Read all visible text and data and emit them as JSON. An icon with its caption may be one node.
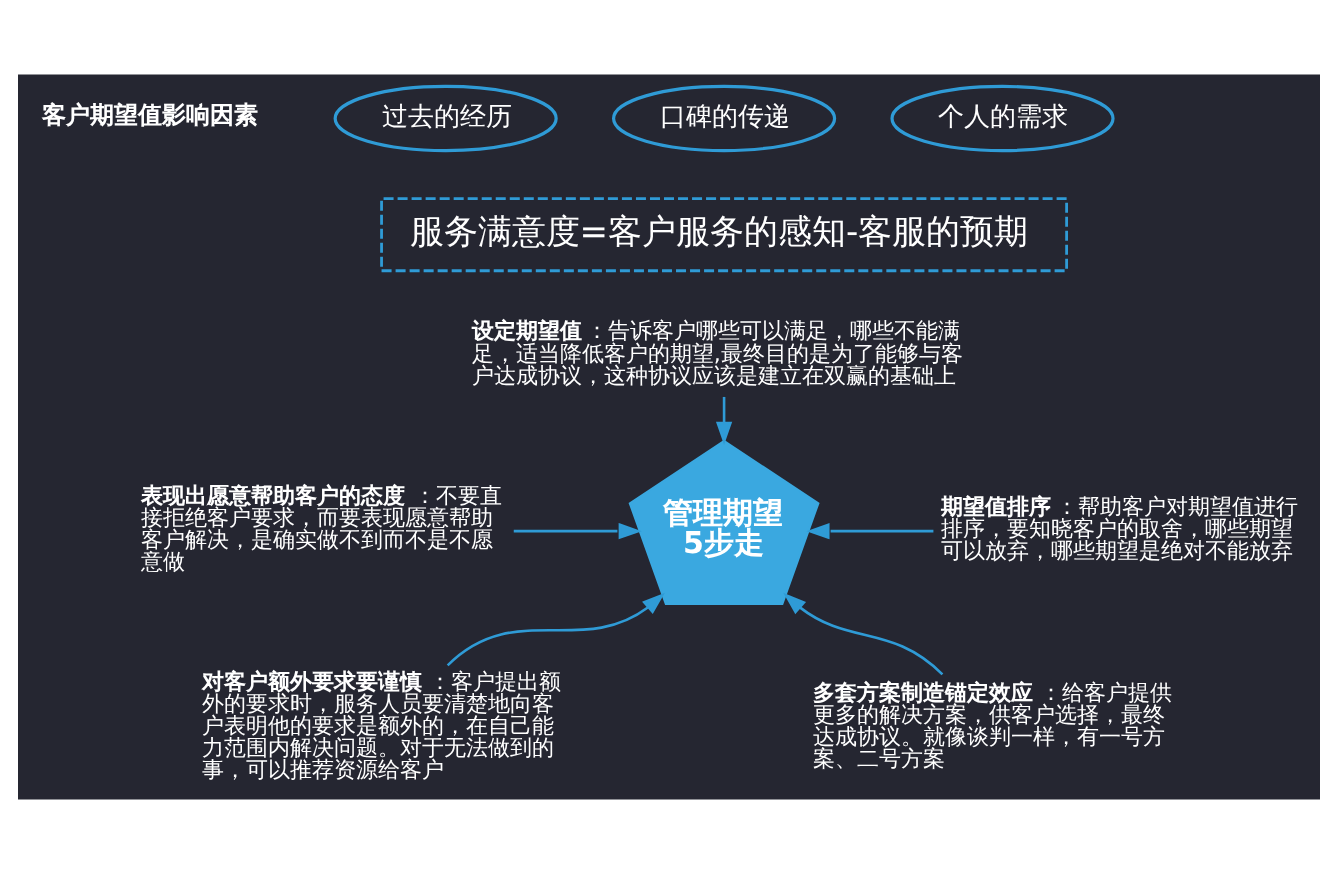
{
  "diagram": {
    "nodes": [
      {
        "text": [
          "过去的经历"
        ]
      },
      {
        "text": [
          "口碑的传递"
        ]
      },
      {
        "text": [
          "个人的需求"
        ]
      },
      {
        "text": [
          "服务满意度=客户服务的感知-客服的预期"
        ]
      },
      {
        "text": [
          "**设定期望值**：告诉客户哪些可以满足，哪些不能满足，适当降低客户的期望,最终目的是为了能够与客户达成协议，这种协议应该是建立在双赢的基础上"
        ]
      },
      {
        "text": [
          "**表现出愿意帮助客户的态度**：不要直接拒绝客户要求，而要表现愿意帮助客户解决，是确实做不到而不是不愿意做"
        ]
      },
      {
        "text": [
          "**期望值排序**：帮助客户对期望值进行排序，要知晓客户的取舍，哪些期望可以放弃，哪些期望是绝对不能放弃"
        ]
      },
      {
        "text": [
          "**对客户额外要求要谨慎**：客户提出额外的要求时，服务人员要清楚地向客户表明他的要求是额外的，在自己能力范围内解决问题。对于无法做到的事，可以推荐资源给客户"
        ]
      },
      {
        "text": [
          "**多套方案制造锚定效应**：给客户提供更多的解决方案，供客户选择，最终达成协议。就像谈判一样，有一号方案、二号方案"
        ]
      },
      {
        "text": [
          "管理期望5步走"
        ]
      }
    ],
    "edges": [
      {
        "from": 4,
        "to": 9,
        "arrow": "to"
      },
      {
        "from": 5,
        "to": 9,
        "arrow": "to"
      },
      {
        "from": 6,
        "to": 9,
        "arrow": "to"
      },
      {
        "from": 7,
        "to": 9,
        "arrow": "to"
      },
      {
        "from": 8,
        "to": 9,
        "arrow": "to"
      }
    ],
    "labels": [
      "客户期望值影响因素"
    ]
  }
}
